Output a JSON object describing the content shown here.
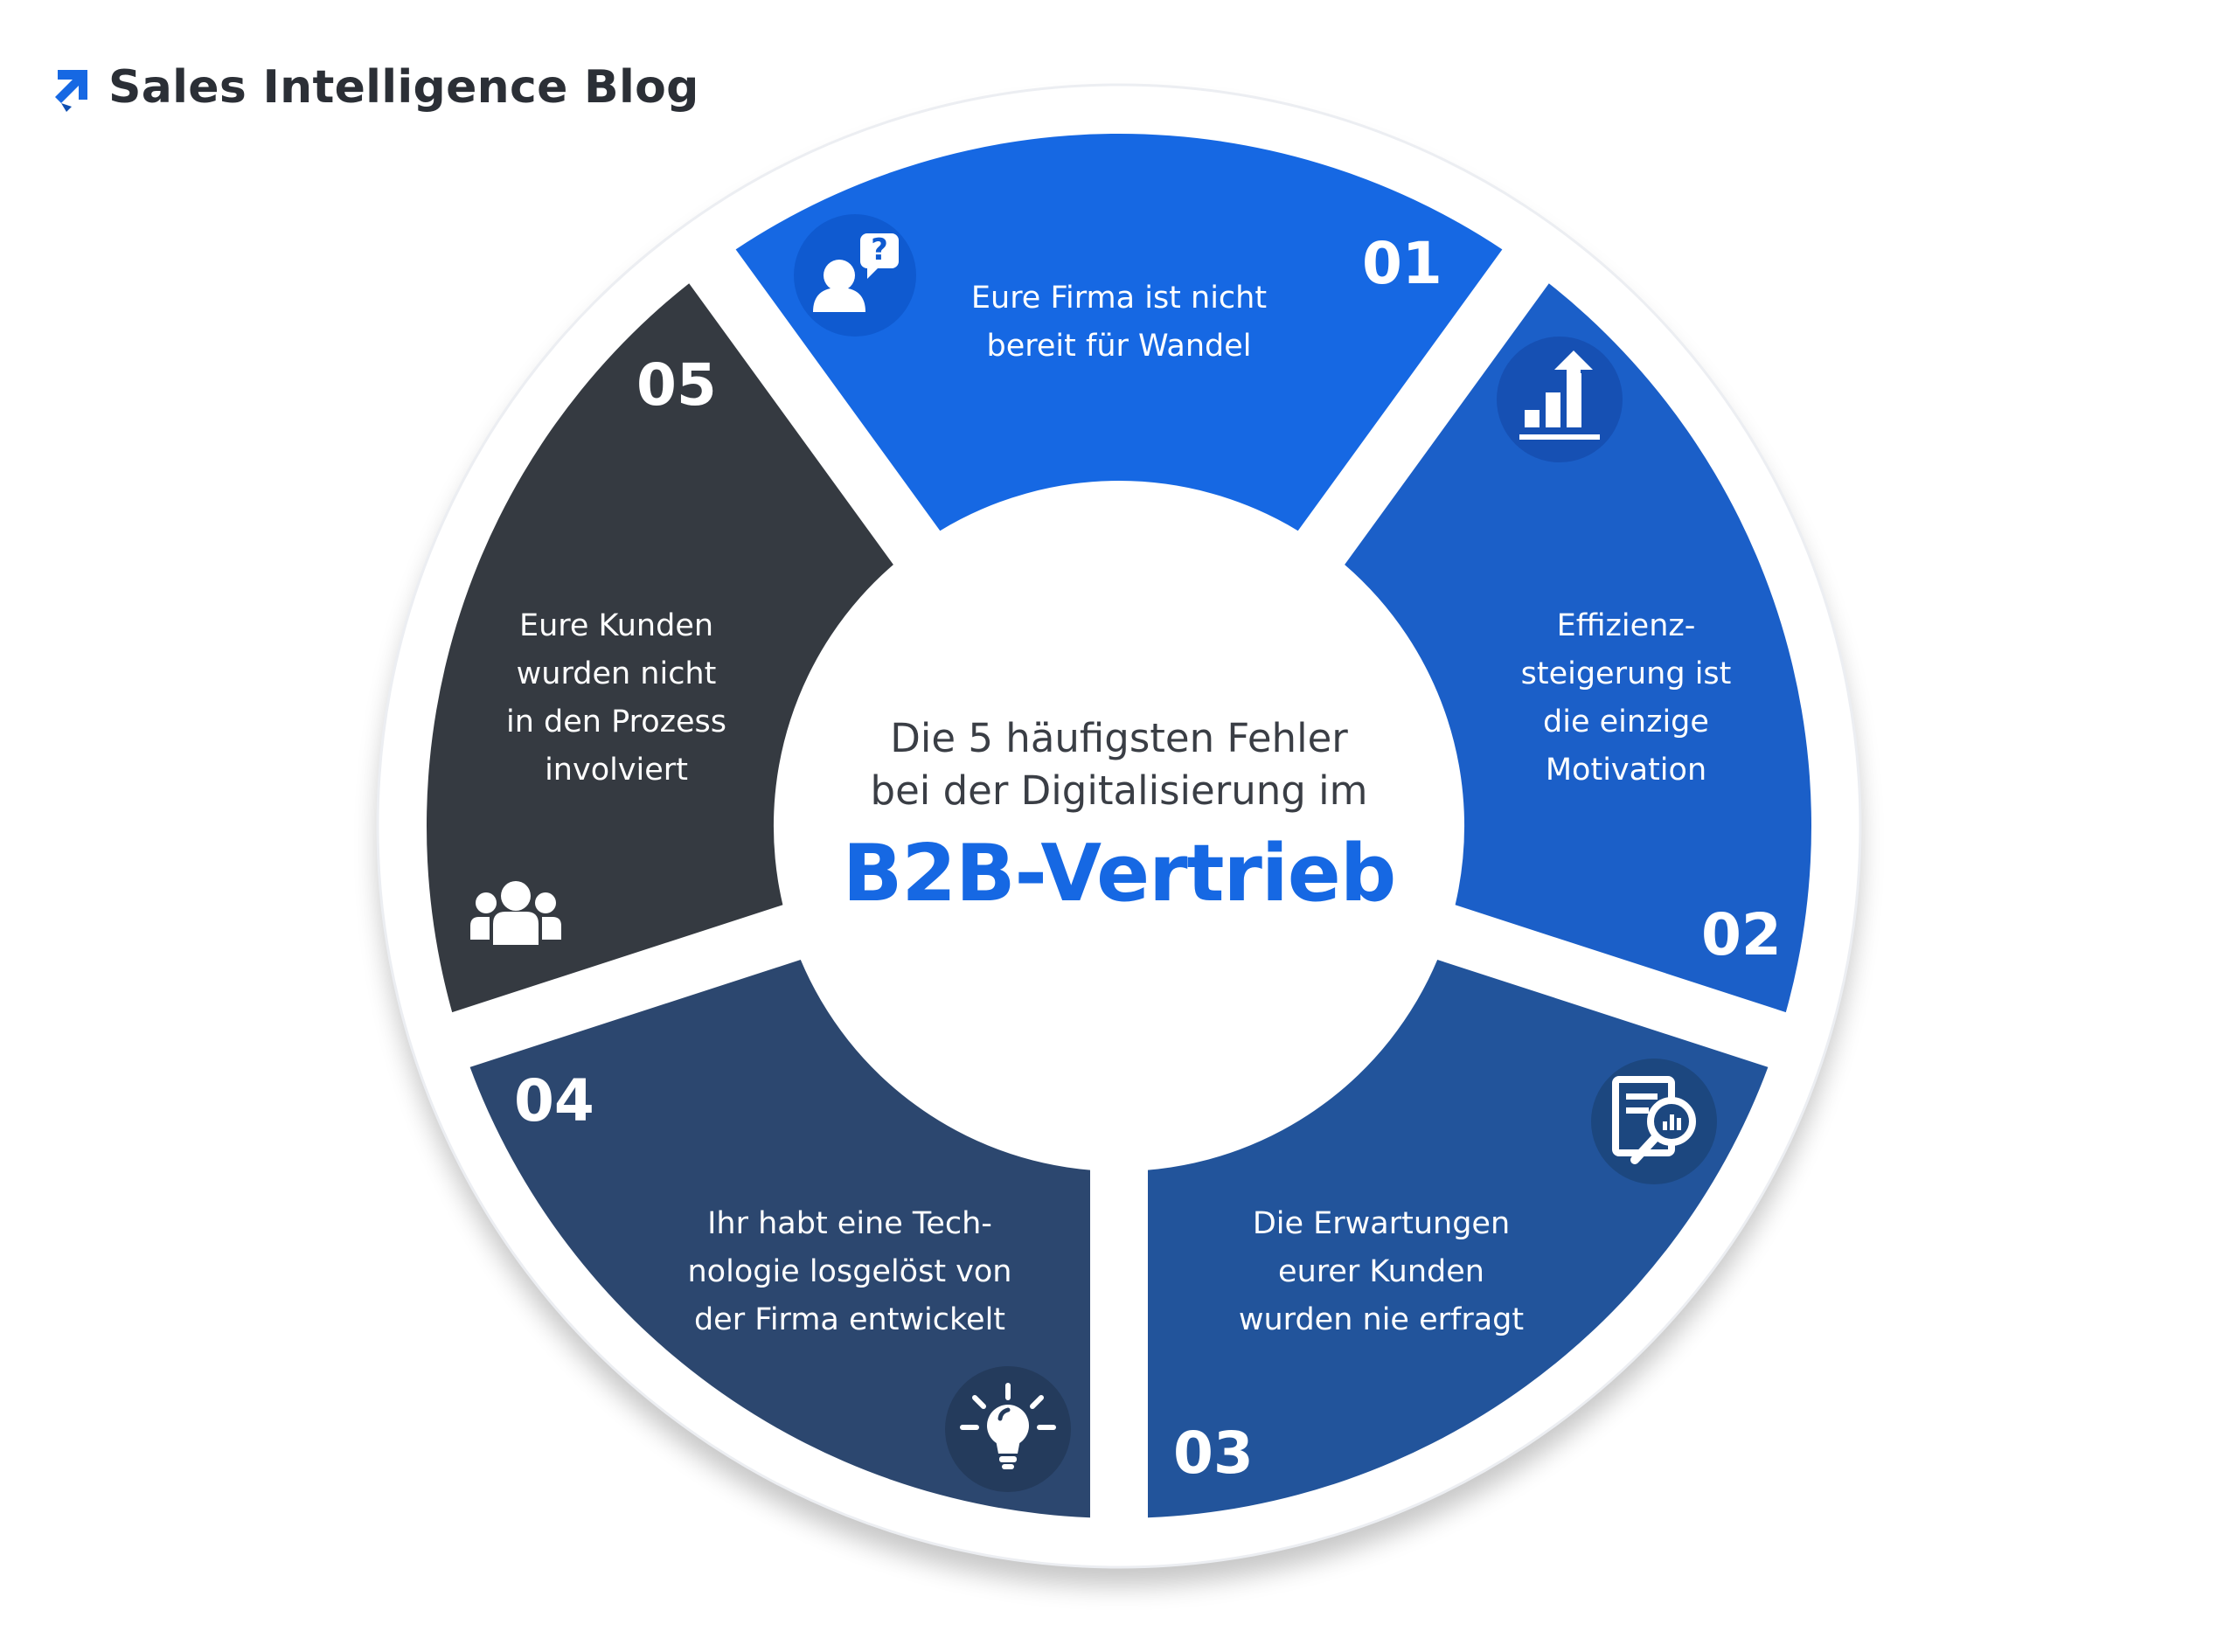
{
  "header": {
    "brand_name": "Sales Intelligence Blog",
    "logo_icon": "arrow-corner-logo-icon",
    "brand_color": "#1668e3"
  },
  "center": {
    "line1": "Die 5 häufigsten Fehler",
    "line2": "bei der Digitalisierung im",
    "highlight": "B2B-Vertrieb",
    "highlight_color": "#1668e3"
  },
  "segments": [
    {
      "number": "01",
      "lines": [
        "Eure Firma ist nicht",
        "bereit für Wandel"
      ],
      "icon": "person-question-icon",
      "color": "#1668e3"
    },
    {
      "number": "02",
      "lines": [
        "Effizienz-",
        "steigerung ist",
        "die einzige",
        "Motivation"
      ],
      "icon": "growth-chart-icon",
      "color": "#1b5fc8"
    },
    {
      "number": "03",
      "lines": [
        "Die Erwartungen",
        "eurer Kunden",
        "wurden nie erfragt"
      ],
      "icon": "report-search-icon",
      "color": "#22549b"
    },
    {
      "number": "04",
      "lines": [
        "Ihr habt eine Tech-",
        "nologie losgelöst von",
        "der Firma entwickelt"
      ],
      "icon": "lightbulb-icon",
      "color": "#2c476f"
    },
    {
      "number": "05",
      "lines": [
        "Eure Kunden",
        "wurden nicht",
        "in den Prozess",
        "involviert"
      ],
      "icon": "group-people-icon",
      "color": "#353a41"
    }
  ]
}
